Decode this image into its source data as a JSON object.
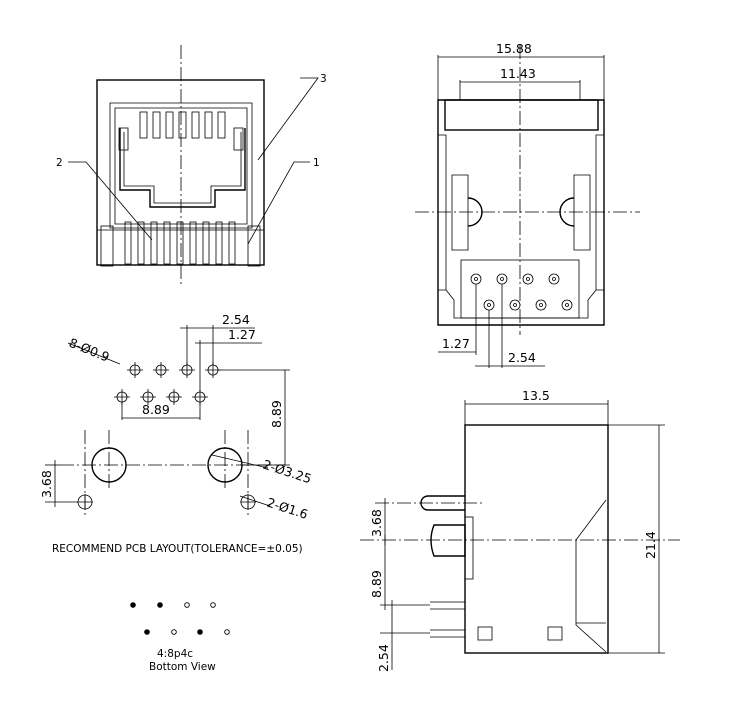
{
  "front_view": {
    "callout_1": "1",
    "callout_2": "2",
    "callout_3": "3"
  },
  "top_view": {
    "overall_width": "15.88",
    "inner_width": "11.43",
    "pitch_half": "1.27",
    "pitch": "2.54"
  },
  "side_view": {
    "depth": "13.5",
    "height": "21.4",
    "post_offset": "3.68",
    "row_spacing": "8.89",
    "pin_offset": "2.54"
  },
  "pcb_layout": {
    "pitch": "2.54",
    "pitch_half": "1.27",
    "pin_holes": "8-Ø0.9",
    "pin_span": "8.89",
    "row_to_post": "8.89",
    "post_holes": "2-Ø3.25",
    "peg_offset": "3.68",
    "peg_holes": "2-Ø1.6",
    "caption": "RECOMMEND PCB LAYOUT(TOLERANCE=±0.05)"
  },
  "pinout": {
    "config": "4:8p4c",
    "view": "Bottom View",
    "row1": [
      "filled",
      "filled",
      "hollow",
      "hollow"
    ],
    "row2": [
      "filled",
      "hollow",
      "filled",
      "hollow"
    ]
  }
}
